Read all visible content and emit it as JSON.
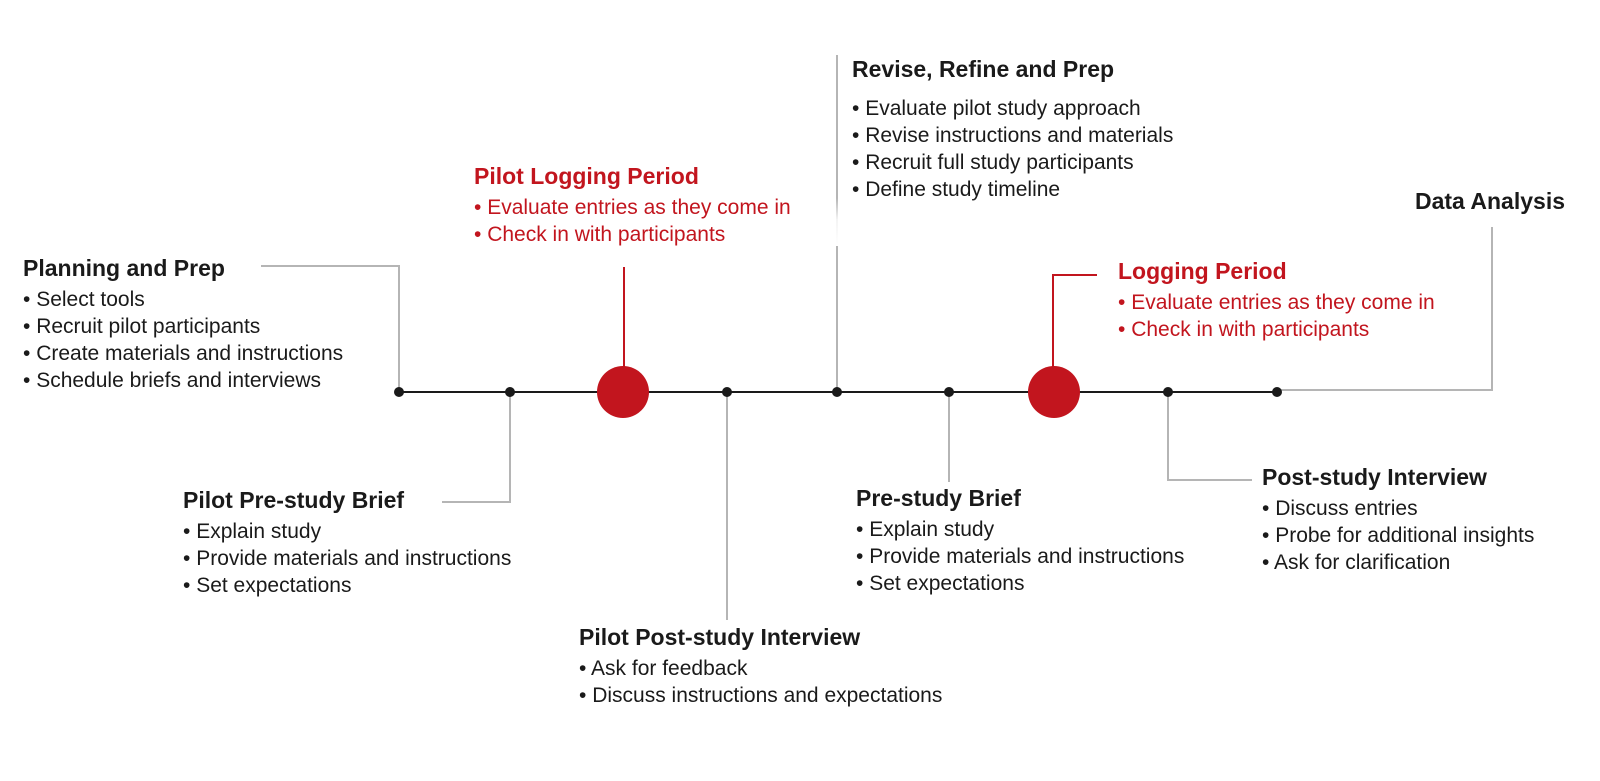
{
  "colors": {
    "accent": "#c2151e",
    "line": "#1a1a1a",
    "connector": "#b5b5b5",
    "text": "#1a1a1a"
  },
  "phases": {
    "planning": {
      "title": "Planning and Prep",
      "items": [
        "Select tools",
        "Recruit pilot participants",
        "Create materials and instructions",
        "Schedule briefs and interviews"
      ]
    },
    "pilot_brief": {
      "title": "Pilot Pre-study Brief",
      "items": [
        "Explain study",
        "Provide materials and instructions",
        "Set expectations"
      ]
    },
    "pilot_logging": {
      "title": "Pilot Logging Period",
      "items": [
        "Evaluate entries as they come in",
        "Check in with participants"
      ]
    },
    "pilot_interview": {
      "title": "Pilot Post-study Interview",
      "items": [
        "Ask for feedback",
        "Discuss instructions and expectations"
      ]
    },
    "revise": {
      "title": "Revise, Refine and Prep",
      "items": [
        "Evaluate pilot study approach",
        "Revise instructions and materials",
        "Recruit full study participants",
        "Define study timeline"
      ]
    },
    "brief": {
      "title": "Pre-study Brief",
      "items": [
        "Explain study",
        "Provide materials and instructions",
        "Set expectations"
      ]
    },
    "logging": {
      "title": "Logging Period",
      "items": [
        "Evaluate entries as they come in",
        "Check in with participants"
      ]
    },
    "interview": {
      "title": "Post-study Interview",
      "items": [
        "Discuss entries",
        "Probe for additional insights",
        "Ask for clarification"
      ]
    },
    "analysis": {
      "title": "Data Analysis",
      "items": []
    }
  }
}
